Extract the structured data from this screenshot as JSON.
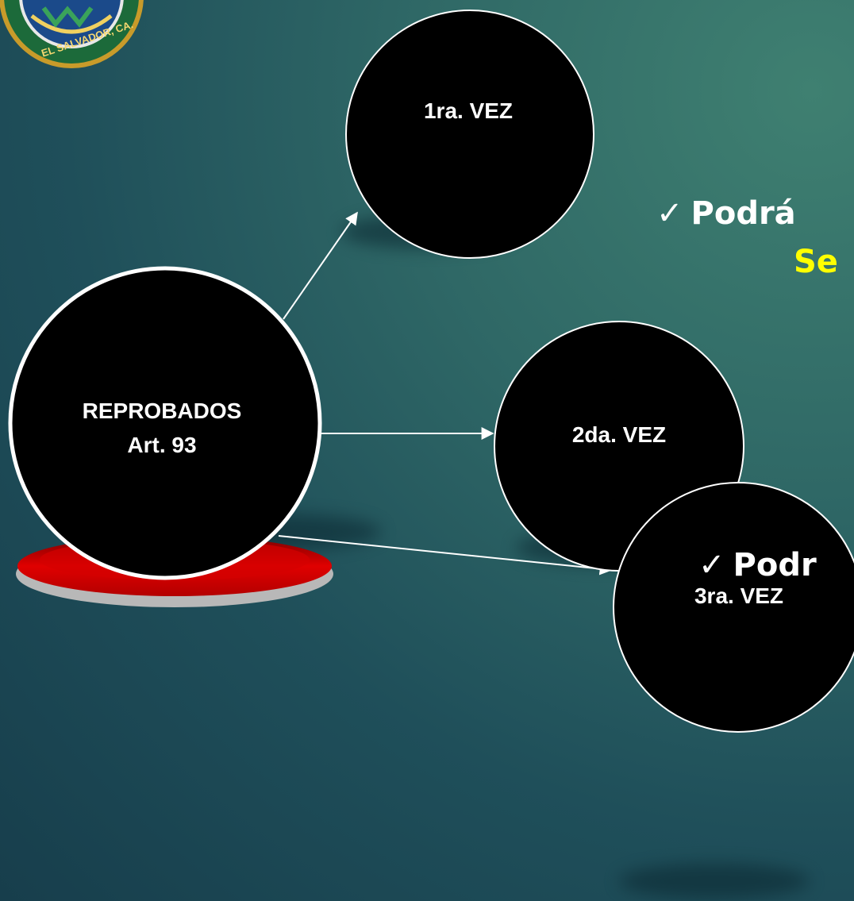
{
  "logo": {
    "text": "EL SALVADOR, CA."
  },
  "colors": {
    "background": "#23565f",
    "node_fill": "#000000",
    "node_stroke": "#ffffff",
    "highlight": "#ffff00",
    "pedestal": "#d10000"
  },
  "diagram": {
    "source": {
      "line1": "REPROBADOS",
      "line2": "Art. 93"
    },
    "nodes": [
      {
        "label": "1ra. VEZ"
      },
      {
        "label": "2da. VEZ"
      },
      {
        "label": "3ra. VEZ"
      }
    ]
  },
  "bullets": [
    {
      "check": "✓",
      "text": "Podrá"
    },
    {
      "highlight": "Se"
    },
    {
      "check": "✓",
      "text": "Podr"
    }
  ]
}
